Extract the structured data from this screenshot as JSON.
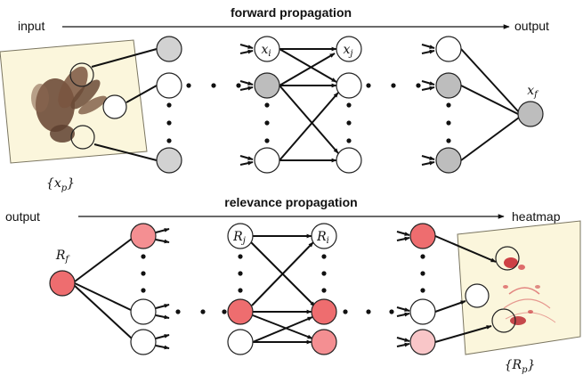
{
  "forward": {
    "title": "forward propagation",
    "left_label": "input",
    "right_label": "output",
    "input_set": {
      "symbol": "x",
      "subscript": "p"
    },
    "node_i": {
      "symbol": "x",
      "subscript": "i"
    },
    "node_j": {
      "symbol": "x",
      "subscript": "j"
    },
    "node_f": {
      "symbol": "x",
      "subscript": "f"
    }
  },
  "relevance": {
    "title": "relevance propagation",
    "left_label": "output",
    "right_label": "heatmap",
    "node_f": {
      "symbol": "R",
      "subscript": "f"
    },
    "node_j": {
      "symbol": "R",
      "subscript": "j"
    },
    "node_i": {
      "symbol": "R",
      "subscript": "i"
    },
    "heatmap_set": {
      "symbol": "R",
      "subscript": "p"
    }
  },
  "colors": {
    "node_white": "#ffffff",
    "node_gray": "#d2d2d2",
    "node_dark_gray": "#bdbdbd",
    "relevance_strong": "#ee6d6f",
    "relevance_medium": "#f48f92",
    "relevance_light": "#f9c6c8",
    "panel_fill": "#fbf6dc",
    "heatmap_red": "#c4202a",
    "specimen_brown": "#6e4c38"
  },
  "icons": [
    "specimen-image",
    "heatmap-image"
  ]
}
